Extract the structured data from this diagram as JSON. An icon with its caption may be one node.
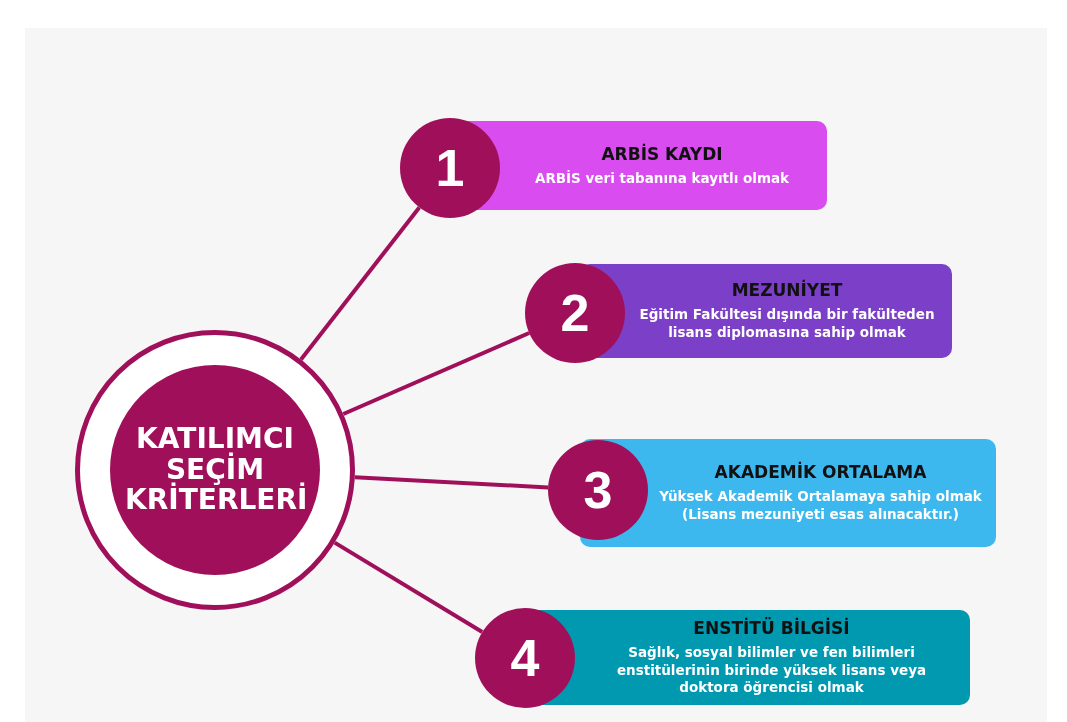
{
  "diagram": {
    "nodes": [
      {
        "text": [
          "KATILIMCI SEÇİM KRİTERLERİ"
        ]
      },
      {
        "text": [
          "1"
        ]
      },
      {
        "text": [
          "ARBİS KAYDI",
          "ARBİS veri tabanına kayıtlı olmak"
        ]
      },
      {
        "text": [
          "2"
        ]
      },
      {
        "text": [
          "MEZUNİYET",
          "Eğitim Fakültesi dışında bir fakülteden lisans diplomasına sahip olmak"
        ]
      },
      {
        "text": [
          "3"
        ]
      },
      {
        "text": [
          "AKADEMİK ORTALAMA",
          "Yüksek Akademik Ortalamaya sahip olmak (Lisans mezuniyeti esas alınacaktır.)"
        ]
      },
      {
        "text": [
          "4"
        ]
      },
      {
        "text": [
          "ENSTİTÜ BİLGİSİ",
          "Sağlık, sosyal bilimler ve fen bilimleri enstitülerinin birinde yüksek lisans veya doktora öğrencisi olmak"
        ]
      }
    ],
    "edges": [
      {
        "from": 0,
        "to": 1,
        "arrow": "none"
      },
      {
        "from": 0,
        "to": 3,
        "arrow": "none"
      },
      {
        "from": 0,
        "to": 5,
        "arrow": "none"
      },
      {
        "from": 0,
        "to": 7,
        "arrow": "none"
      }
    ]
  }
}
